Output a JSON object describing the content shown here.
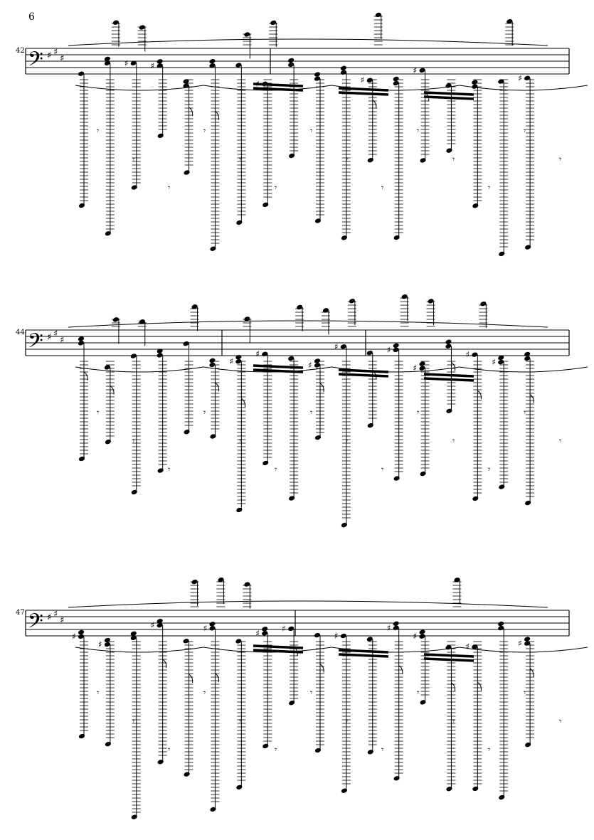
{
  "page": {
    "number": "6"
  },
  "systems": [
    {
      "id": "system-1",
      "measure_number": "42"
    },
    {
      "id": "system-2",
      "measure_number": "44"
    },
    {
      "id": "system-3",
      "measure_number": "47"
    }
  ],
  "symbols": {
    "clef": "bass",
    "key_signature": "A major (3 sharps)",
    "sharp_glyph": "♯",
    "natural_glyph": "♮",
    "bass_clef_glyph": "𝄢"
  }
}
